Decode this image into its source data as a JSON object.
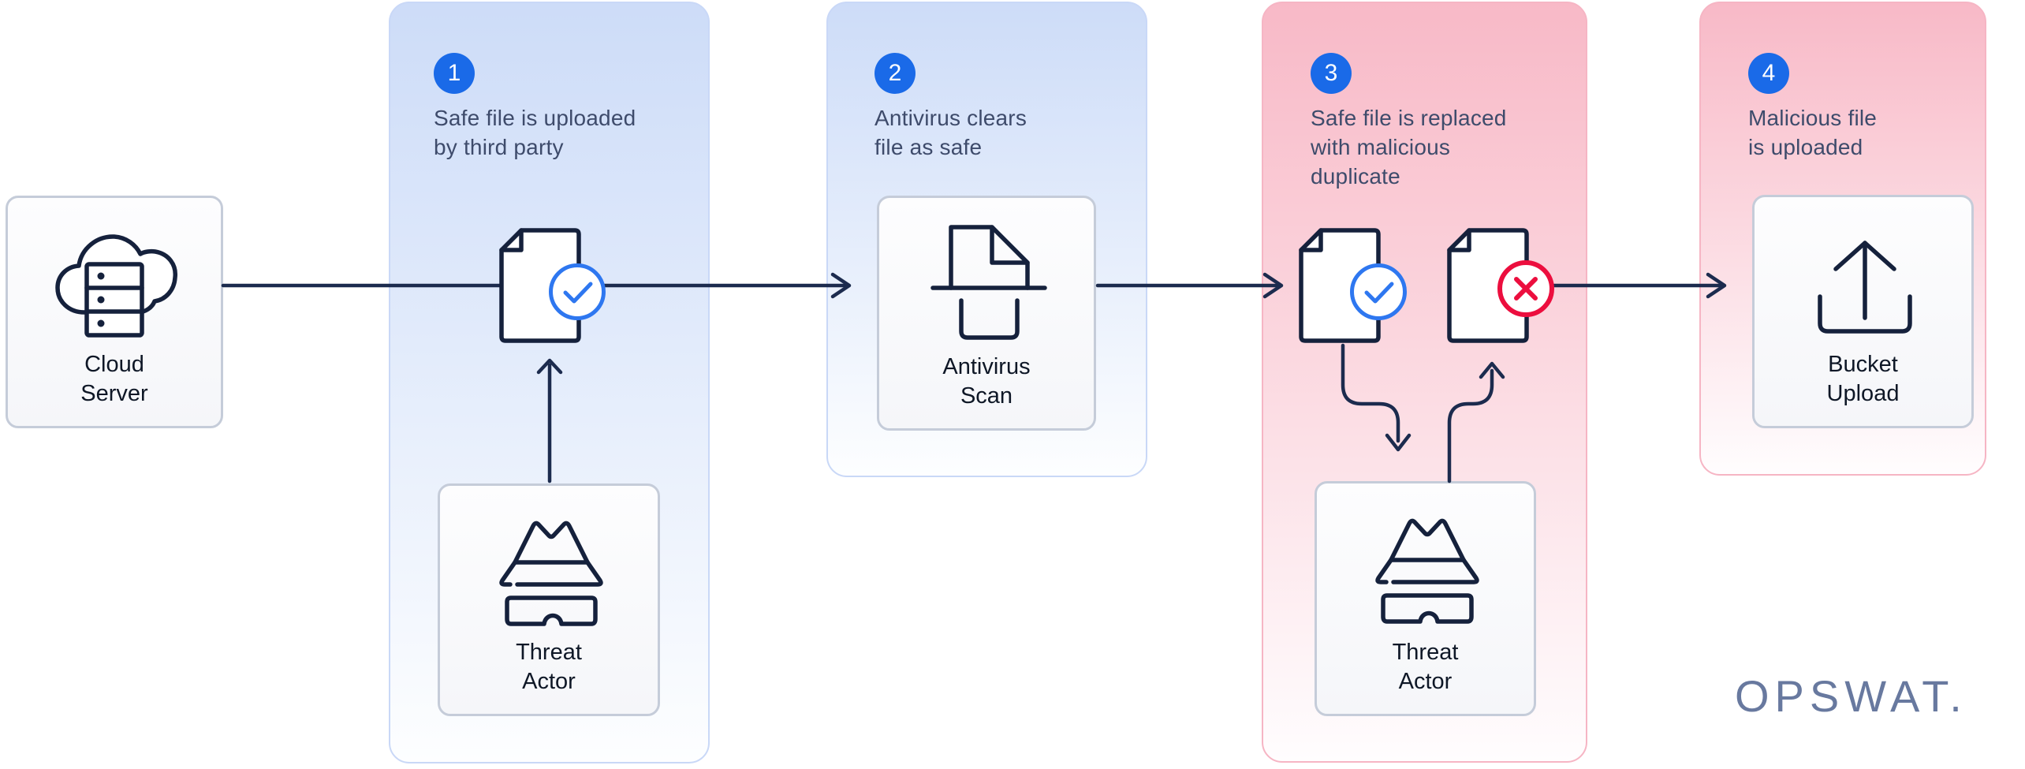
{
  "brand": {
    "logo_text": "OPSWAT."
  },
  "steps": [
    {
      "number": "1",
      "lines": [
        "Safe file is uploaded",
        "by third party"
      ],
      "tone": "blue"
    },
    {
      "number": "2",
      "lines": [
        "Antivirus clears",
        "file as safe"
      ],
      "tone": "blue"
    },
    {
      "number": "3",
      "lines": [
        "Safe file is replaced",
        "with malicious",
        "duplicate"
      ],
      "tone": "red"
    },
    {
      "number": "4",
      "lines": [
        "Malicious file",
        "is uploaded"
      ],
      "tone": "red"
    }
  ],
  "nodes": {
    "cloud_server": {
      "label_line1": "Cloud",
      "label_line2": "Server"
    },
    "antivirus_scan": {
      "label_line1": "Antivirus",
      "label_line2": "Scan"
    },
    "threat_actor_1": {
      "label_line1": "Threat",
      "label_line2": "Actor"
    },
    "threat_actor_2": {
      "label_line1": "Threat",
      "label_line2": "Actor"
    },
    "bucket_upload": {
      "label_line1": "Bucket",
      "label_line2": "Upload"
    }
  },
  "colors": {
    "badge_blue": "#1a6ae8",
    "check_blue": "#2e77f0",
    "error_red": "#ec0e3e",
    "panel_blue_top": "#cddcf8",
    "panel_pink_top": "#f8b9c7",
    "icon_stroke_navy": "#15213c",
    "arrow_navy": "#1c2b4e",
    "step_text_slate": "#3e4b6b",
    "logo_gray": "#68799f"
  }
}
